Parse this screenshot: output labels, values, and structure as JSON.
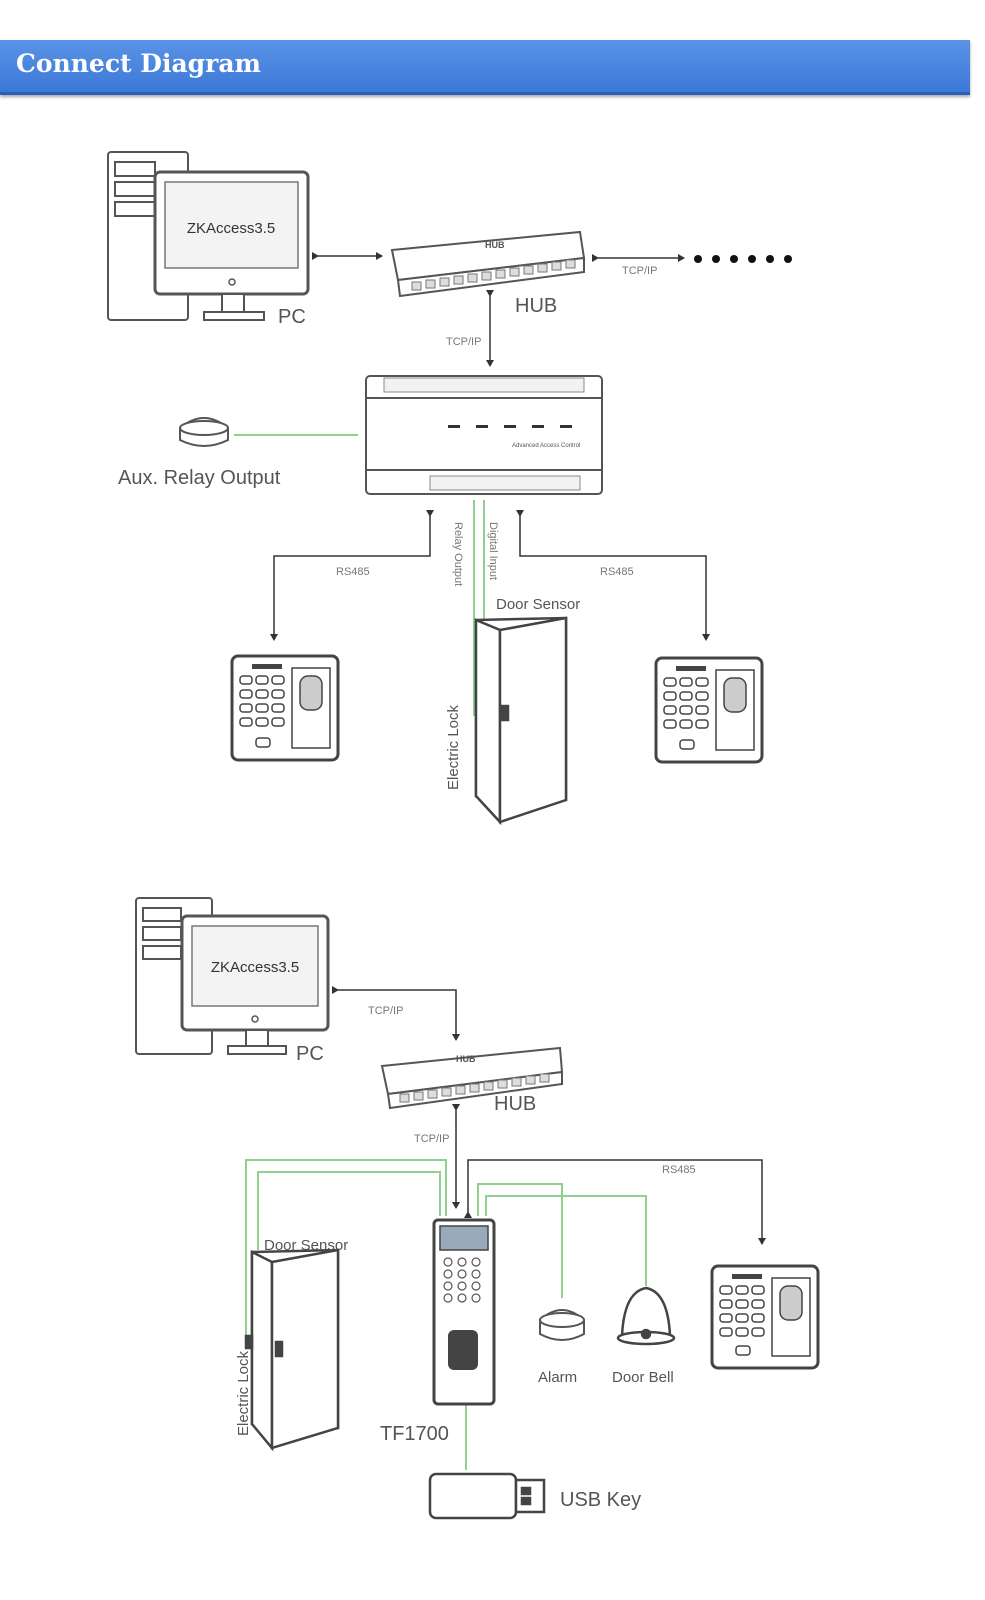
{
  "header": {
    "title": "Connect Diagram"
  },
  "diagram1": {
    "pc_screen": "ZKAccess3.5",
    "pc_label": "PC",
    "hub_label": "HUB",
    "hub_text": "HUB",
    "tcpip_left": "TCP/IP",
    "tcpip_down": "TCP/IP",
    "aux_label": "Aux. Relay Output",
    "rs485_left": "RS485",
    "rs485_right": "RS485",
    "relay_output": "Relay Output",
    "digital_input": "Digital Input",
    "door_sensor": "Door Sensor",
    "electric_lock": "Electric Lock",
    "panel_caption": "Advanced Access Control"
  },
  "diagram2": {
    "pc_screen": "ZKAccess3.5",
    "pc_label": "PC",
    "hub_label": "HUB",
    "hub_text": "HUB",
    "tcpip_top": "TCP/IP",
    "tcpip_down": "TCP/IP",
    "rs485": "RS485",
    "door_sensor": "Door Sensor",
    "electric_lock": "Electric Lock",
    "device_label": "TF1700",
    "alarm_label": "Alarm",
    "doorbell_label": "Door Bell",
    "usb_label": "USB Key"
  },
  "colors": {
    "banner": "#3c78d8",
    "wire": "#8fd08f",
    "line": "#333333"
  }
}
